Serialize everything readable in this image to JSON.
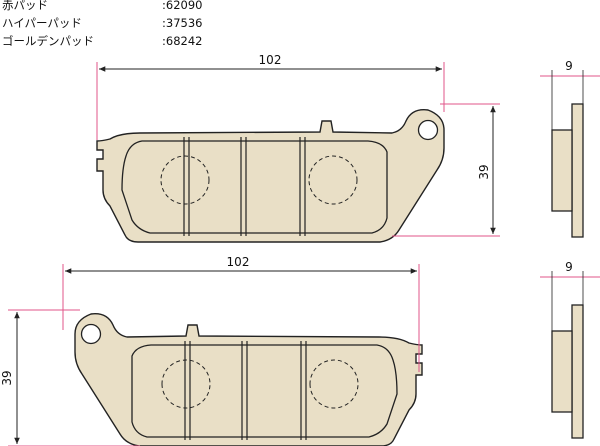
{
  "parts": [
    {
      "name": "赤パッド",
      "code": ":62090"
    },
    {
      "name": "ハイパーパッド",
      "code": ":37536"
    },
    {
      "name": "ゴールデンパッド",
      "code": ":68242"
    }
  ],
  "dimensions": {
    "top_width": "102",
    "top_height": "39",
    "top_thickness": "9",
    "bottom_width": "102",
    "bottom_height": "39",
    "bottom_thickness": "9"
  },
  "colors": {
    "pad_fill": "#e9dfc6",
    "outline": "#222222",
    "dimension_line": "#e0558a"
  }
}
